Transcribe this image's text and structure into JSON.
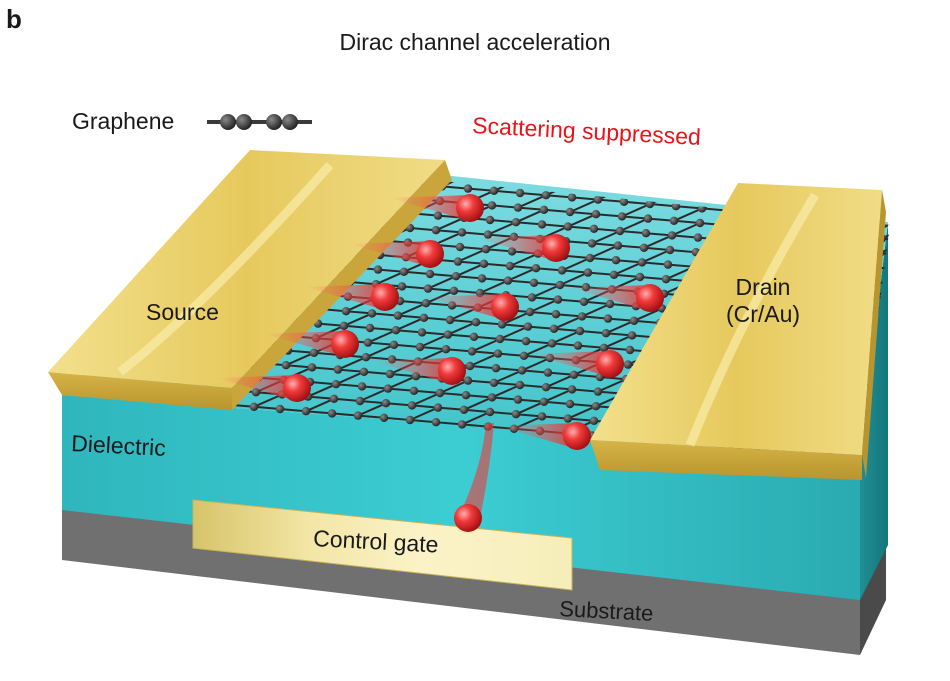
{
  "panel_letter": "b",
  "title": "Dirac channel acceleration",
  "legend": {
    "graphene": "Graphene"
  },
  "annotation": "Scattering suppressed",
  "labels": {
    "source": "Source",
    "drain_line1": "Drain",
    "drain_line2": "(Cr/Au)",
    "dielectric": "Dielectric",
    "control_gate": "Control gate",
    "substrate": "Substrate"
  },
  "colors": {
    "dielectric": "#3fc4c9",
    "electrode": "#e9cf6b",
    "substrate": "#6d6d6d",
    "electron": "#e8141a",
    "graphene_atom": "#2e2e2e"
  }
}
